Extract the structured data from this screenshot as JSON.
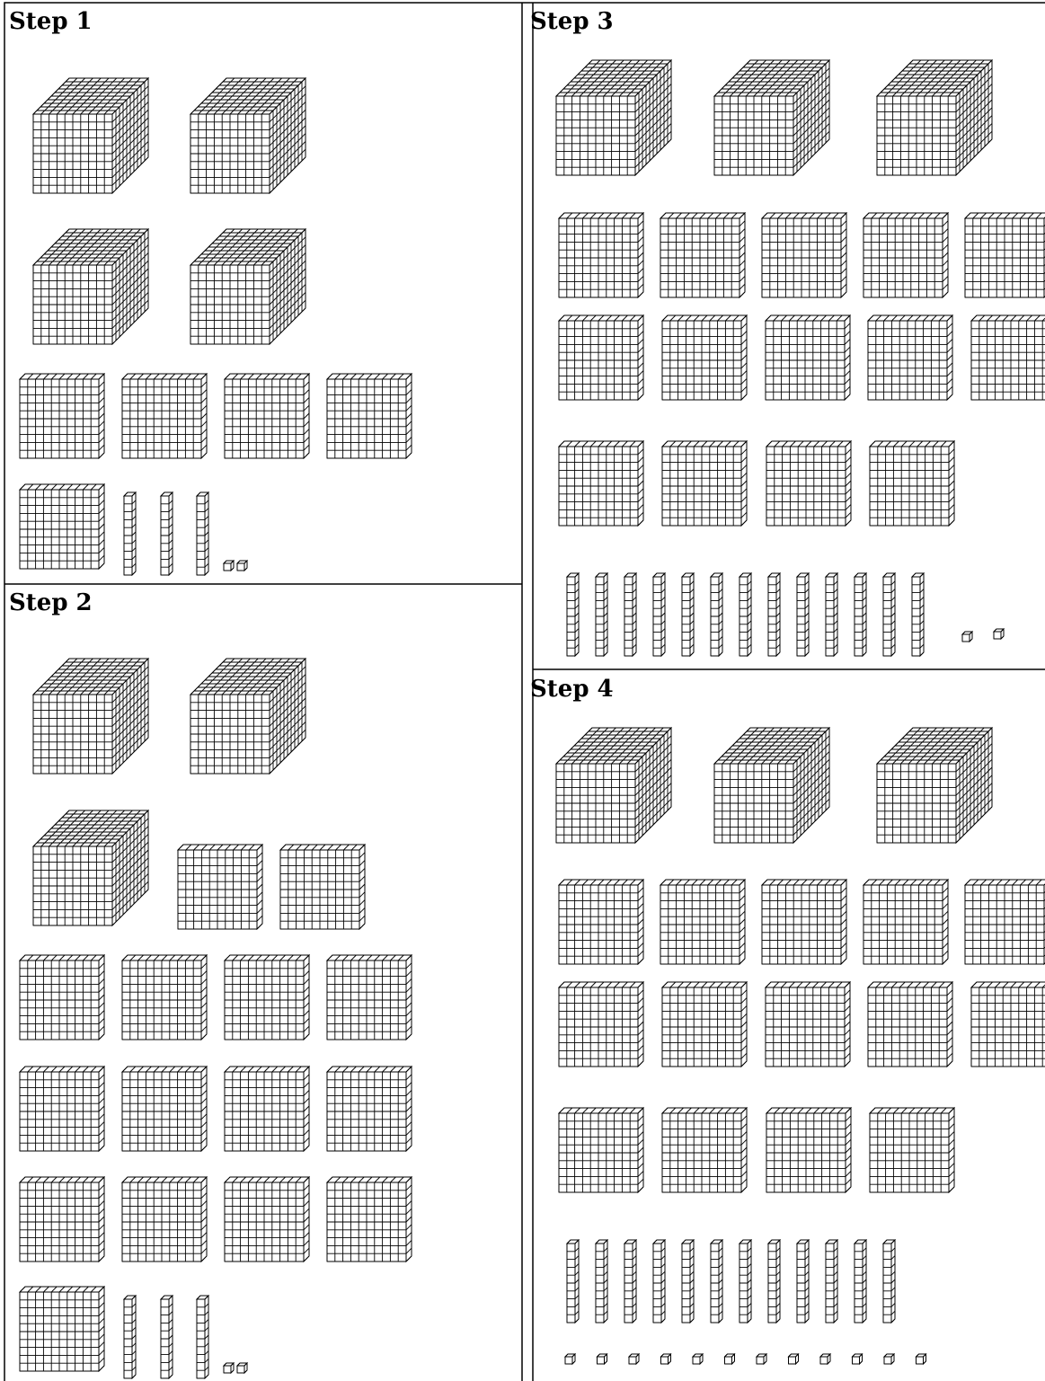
{
  "steps": [
    {
      "id": "step-1",
      "title": "Step 1"
    },
    {
      "id": "step-2",
      "title": "Step 2"
    },
    {
      "id": "step-3",
      "title": "Step 3"
    },
    {
      "id": "step-4",
      "title": "Step 4"
    }
  ],
  "block_counts": {
    "step-1": {
      "thousands": 4,
      "hundreds": 5,
      "tens": 3,
      "ones": 2
    },
    "step-2": {
      "thousands": 3,
      "hundreds": 15,
      "tens": 3,
      "ones": 2
    },
    "step-3": {
      "thousands": 3,
      "hundreds": 14,
      "tens": 13,
      "ones": 2
    },
    "step-4": {
      "thousands": 3,
      "hundreds": 14,
      "tens": 12,
      "ones": 12
    }
  },
  "colors": {
    "line": "#000000",
    "background": "#ffffff"
  }
}
